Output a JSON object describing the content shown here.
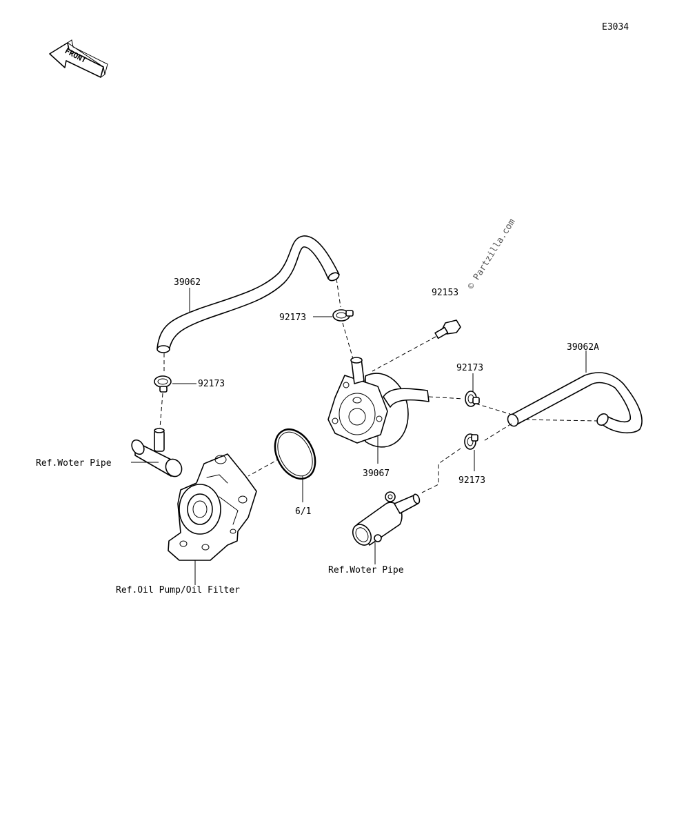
{
  "diagram_code": "E3034",
  "front_arrow_text": "FRONT",
  "watermark": "© Partzilla.com",
  "callouts": {
    "hose_upper": "39062",
    "clamp_upper_left": "92173",
    "clamp_upper_mid": "92173",
    "bolt": "92153",
    "hose_right": "39062A",
    "clamp_right_upper": "92173",
    "oil_cooler": "39067",
    "clamp_right_lower": "92173",
    "oring": "6/1"
  },
  "refs": {
    "water_pipe_left": "Ref.Woter Pipe",
    "water_pipe_right": "Ref.Woter Pipe",
    "oil_pump": "Ref.Oil Pump/Oil Filter"
  },
  "footer_lines": [
    " ",
    " "
  ]
}
